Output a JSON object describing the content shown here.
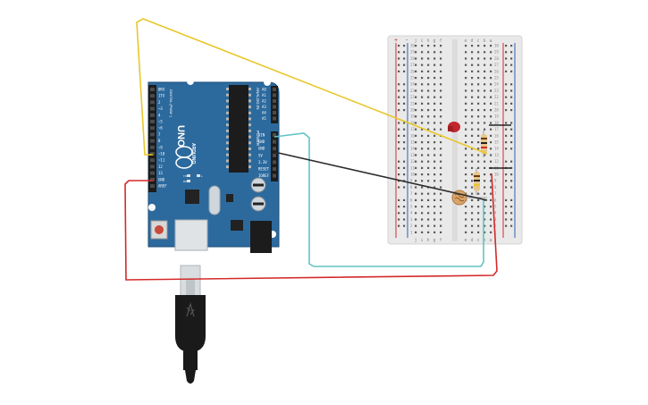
{
  "board": {
    "model": "UNO",
    "brand": "ARDUINO",
    "digital_label": "DIGITAL (PWM~)",
    "analog_label": "ANALOG IN",
    "power_label": "POWER",
    "pin_tx": "TX",
    "pin_rx": "RX",
    "led_l": "L",
    "digital_pins": [
      "0RX",
      "1TX",
      "2",
      "~3",
      "4",
      "~5",
      "~6",
      "7",
      "8",
      "~9",
      "~10",
      "~11",
      "12",
      "13",
      "GND",
      "AREF"
    ],
    "analog_pins": [
      "A0",
      "A1",
      "A2",
      "A3",
      "A4",
      "A5"
    ],
    "power_pins": [
      "VIN",
      "GND",
      "GND",
      "5V",
      "3.3V",
      "RESET",
      "IOREF"
    ]
  },
  "breadboard": {
    "letters_left": [
      "j",
      "i",
      "h",
      "g",
      "f"
    ],
    "letters_right": [
      "e",
      "d",
      "c",
      "b",
      "a"
    ],
    "row_numbers": [
      "30",
      "29",
      "28",
      "27",
      "26",
      "25",
      "24",
      "23",
      "22",
      "21",
      "20",
      "19",
      "18",
      "17",
      "16",
      "15",
      "14",
      "13",
      "12",
      "11",
      "10",
      "9",
      "8",
      "7",
      "6",
      "5",
      "4",
      "3",
      "2",
      "1"
    ],
    "rail_plus": "+",
    "rail_minus": "-"
  },
  "components": {
    "led_color": "#c1272d",
    "resistor_body": "#e8c68a",
    "photoresistor_body": "#d9a46a"
  },
  "wires": {
    "yellow": "#e8c72a",
    "cyan": "#62c4c4",
    "black": "#2b2b2b",
    "red": "#d42a2a"
  },
  "colors": {
    "board_blue": "#2c6a9e",
    "board_edge": "#1f4f78",
    "breadboard": "#e9e9e9",
    "usb_cable": "#1a1a1a"
  }
}
